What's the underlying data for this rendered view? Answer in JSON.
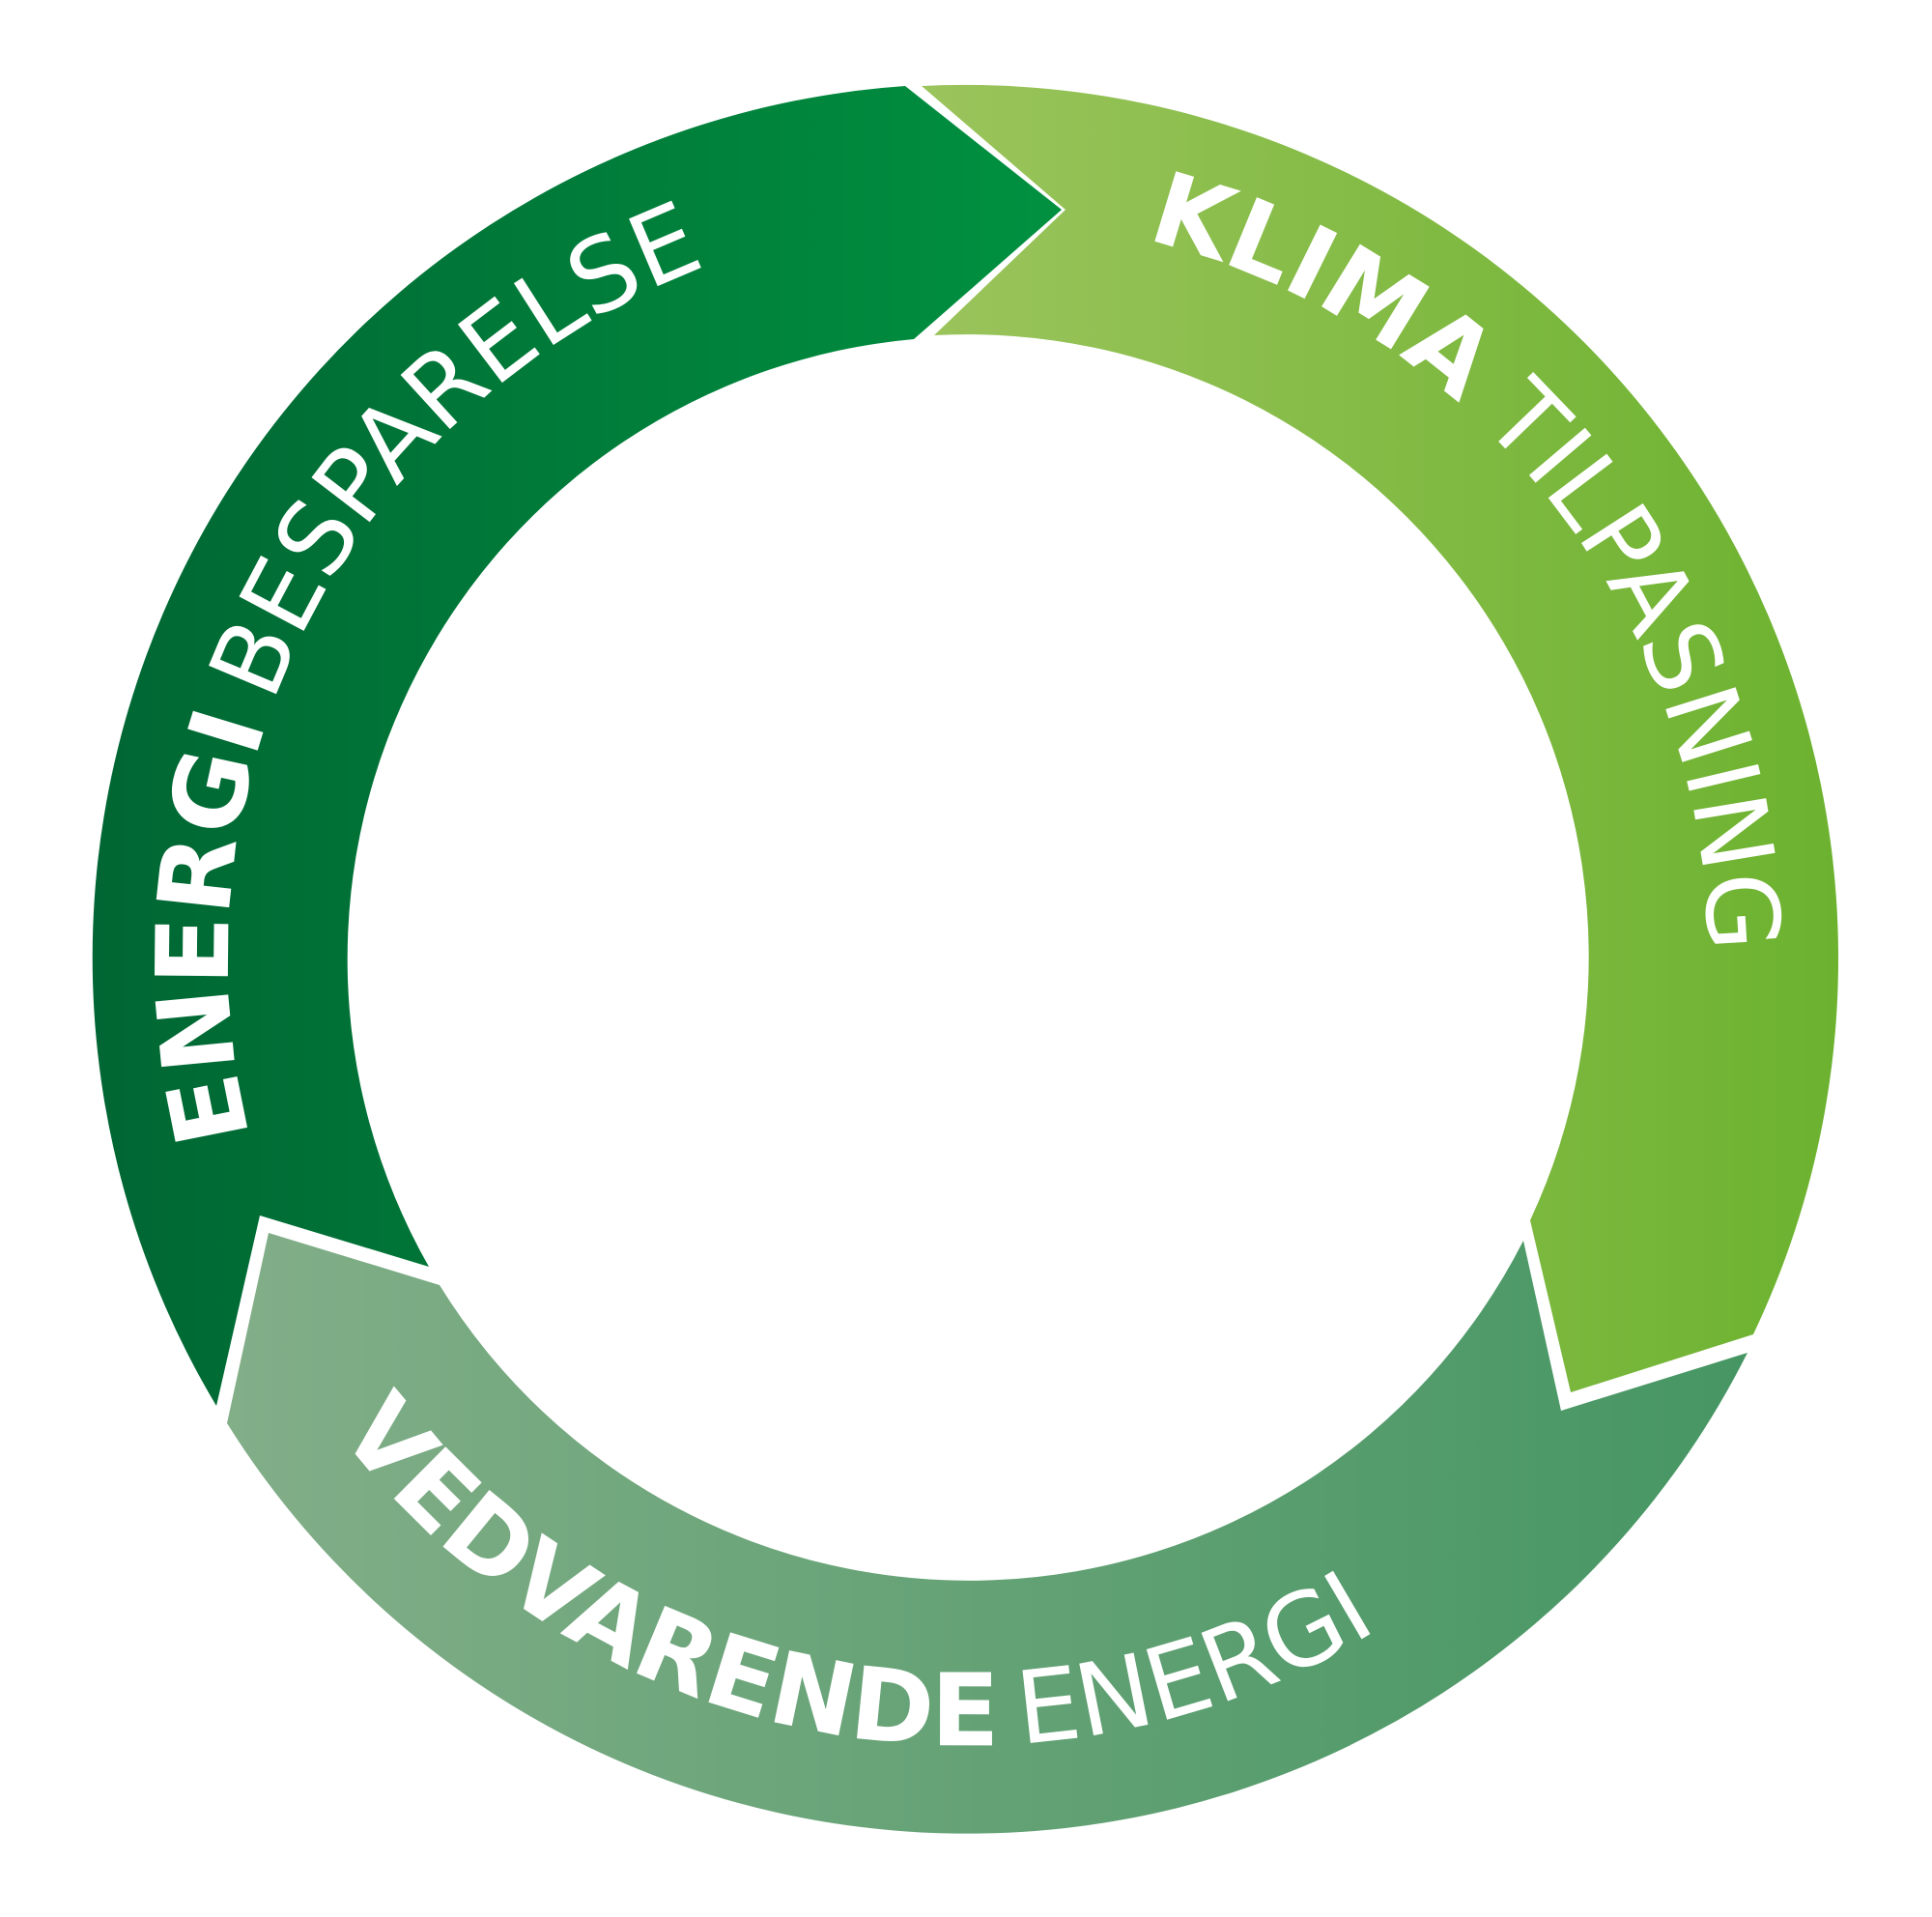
{
  "diagram": {
    "type": "circular-cycle",
    "background": "#ffffff",
    "segments": [
      {
        "id": "energibesparelse",
        "label_bold": "ENERGI",
        "label_thin": "BESPARELSE",
        "position": "left / top-left",
        "color_start": "#006633",
        "color_end": "#009140"
      },
      {
        "id": "klimatilpasning",
        "label_bold": "KLIMA",
        "label_thin": "TILPASNING",
        "position": "top-right / right",
        "color_start": "#9BC45C",
        "color_end": "#6CB22F"
      },
      {
        "id": "vedvarende-energi",
        "label_bold": "VEDVARENDE",
        "label_thin": "ENERGI",
        "position": "bottom",
        "color_start": "#82AE88",
        "color_end": "#469663"
      }
    ],
    "separator_color": "#ffffff"
  }
}
